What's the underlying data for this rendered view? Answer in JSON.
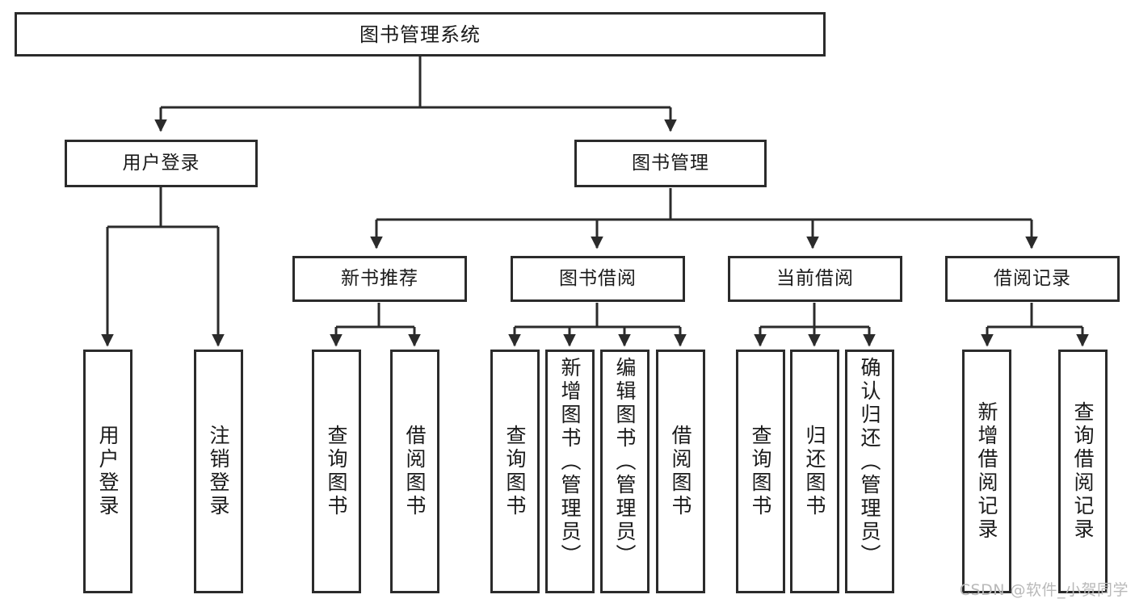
{
  "diagram": {
    "title": "图书管理系统",
    "root": {
      "label": "图书管理系统"
    },
    "branches": [
      {
        "label": "用户登录"
      },
      {
        "label": "图书管理"
      }
    ],
    "sections": [
      {
        "label": "新书推荐"
      },
      {
        "label": "图书借阅"
      },
      {
        "label": "当前借阅"
      },
      {
        "label": "借阅记录"
      }
    ],
    "leaves": [
      {
        "label": "用户登录"
      },
      {
        "label": "注销登录"
      },
      {
        "label": "查询图书"
      },
      {
        "label": "借阅图书"
      },
      {
        "label": "查询图书"
      },
      {
        "label": "新增图书（管理员）"
      },
      {
        "label": "编辑图书（管理员）"
      },
      {
        "label": "借阅图书"
      },
      {
        "label": "查询图书"
      },
      {
        "label": "归还图书"
      },
      {
        "label": "确认归还（管理员）"
      },
      {
        "label": "新增借阅记录"
      },
      {
        "label": "查询借阅记录"
      }
    ]
  },
  "watermark": {
    "text": "CSDN @软件_小贺同学"
  },
  "colors": {
    "stroke": "#2b2b2b",
    "background": "#ffffff",
    "text": "#1a1a1a",
    "watermark": "#b9b9b9"
  }
}
